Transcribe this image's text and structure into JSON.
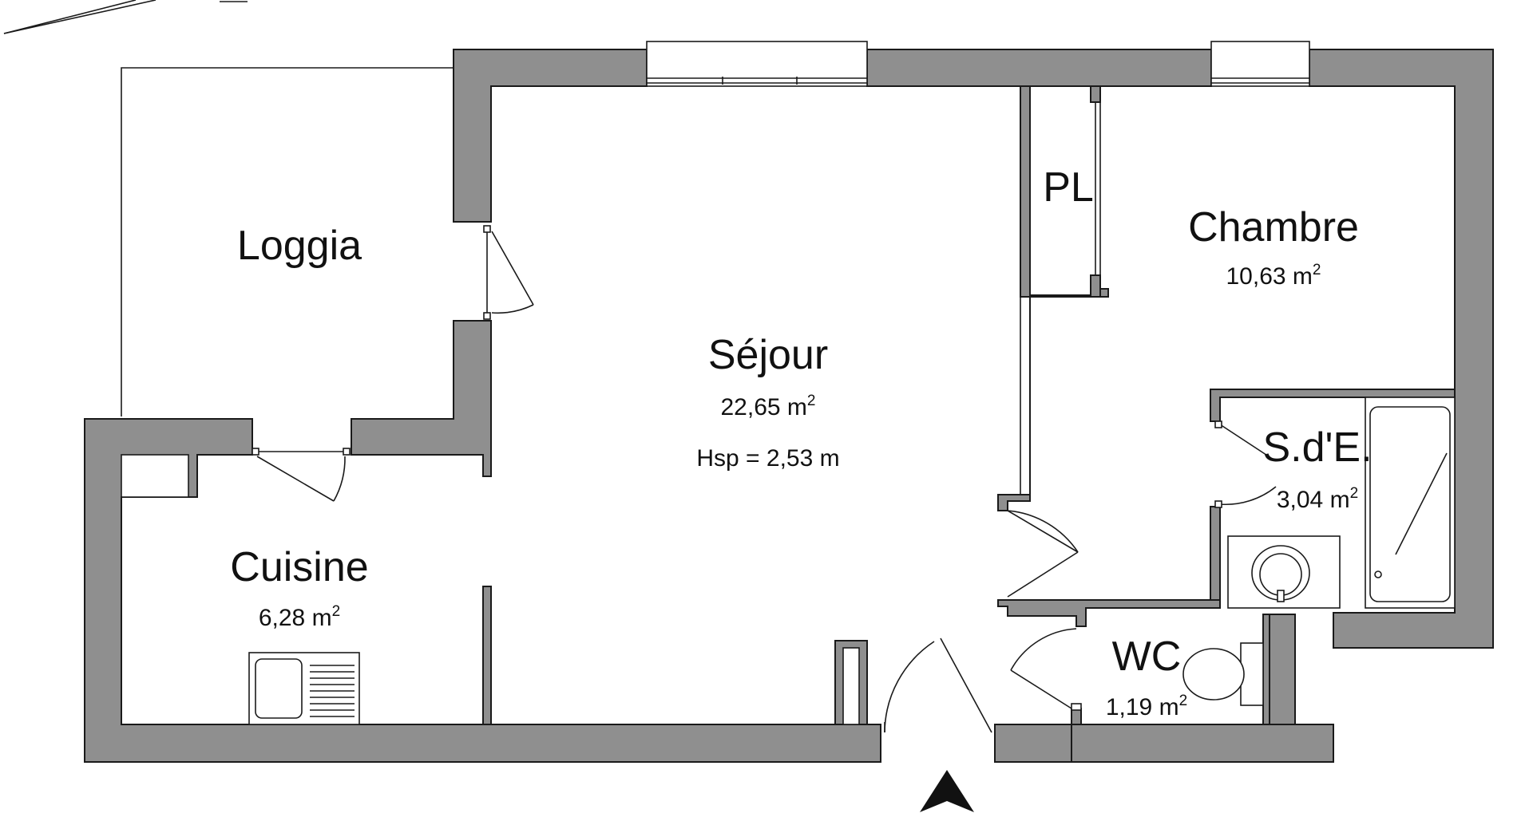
{
  "rooms": {
    "loggia": {
      "name": "Loggia"
    },
    "sejour": {
      "name": "Séjour",
      "area_value": "22,65 m",
      "area_sup": "2",
      "height": "Hsp = 2,53 m"
    },
    "chambre": {
      "name": "Chambre",
      "area_value": "10,63 m",
      "area_sup": "2"
    },
    "pl": {
      "name": "PL"
    },
    "sde": {
      "name": "S.d'E.",
      "area_value": "3,04 m",
      "area_sup": "2"
    },
    "cuisine": {
      "name": "Cuisine",
      "area_value": "6,28 m",
      "area_sup": "2"
    },
    "wc": {
      "name": "WC",
      "area_value": "1,19 m",
      "area_sup": "2"
    }
  },
  "colors": {
    "wall": "#8f8f8f",
    "line": "#1a1a1a",
    "background": "#ffffff"
  },
  "icons": {
    "compass": "north-arrow-icon"
  }
}
